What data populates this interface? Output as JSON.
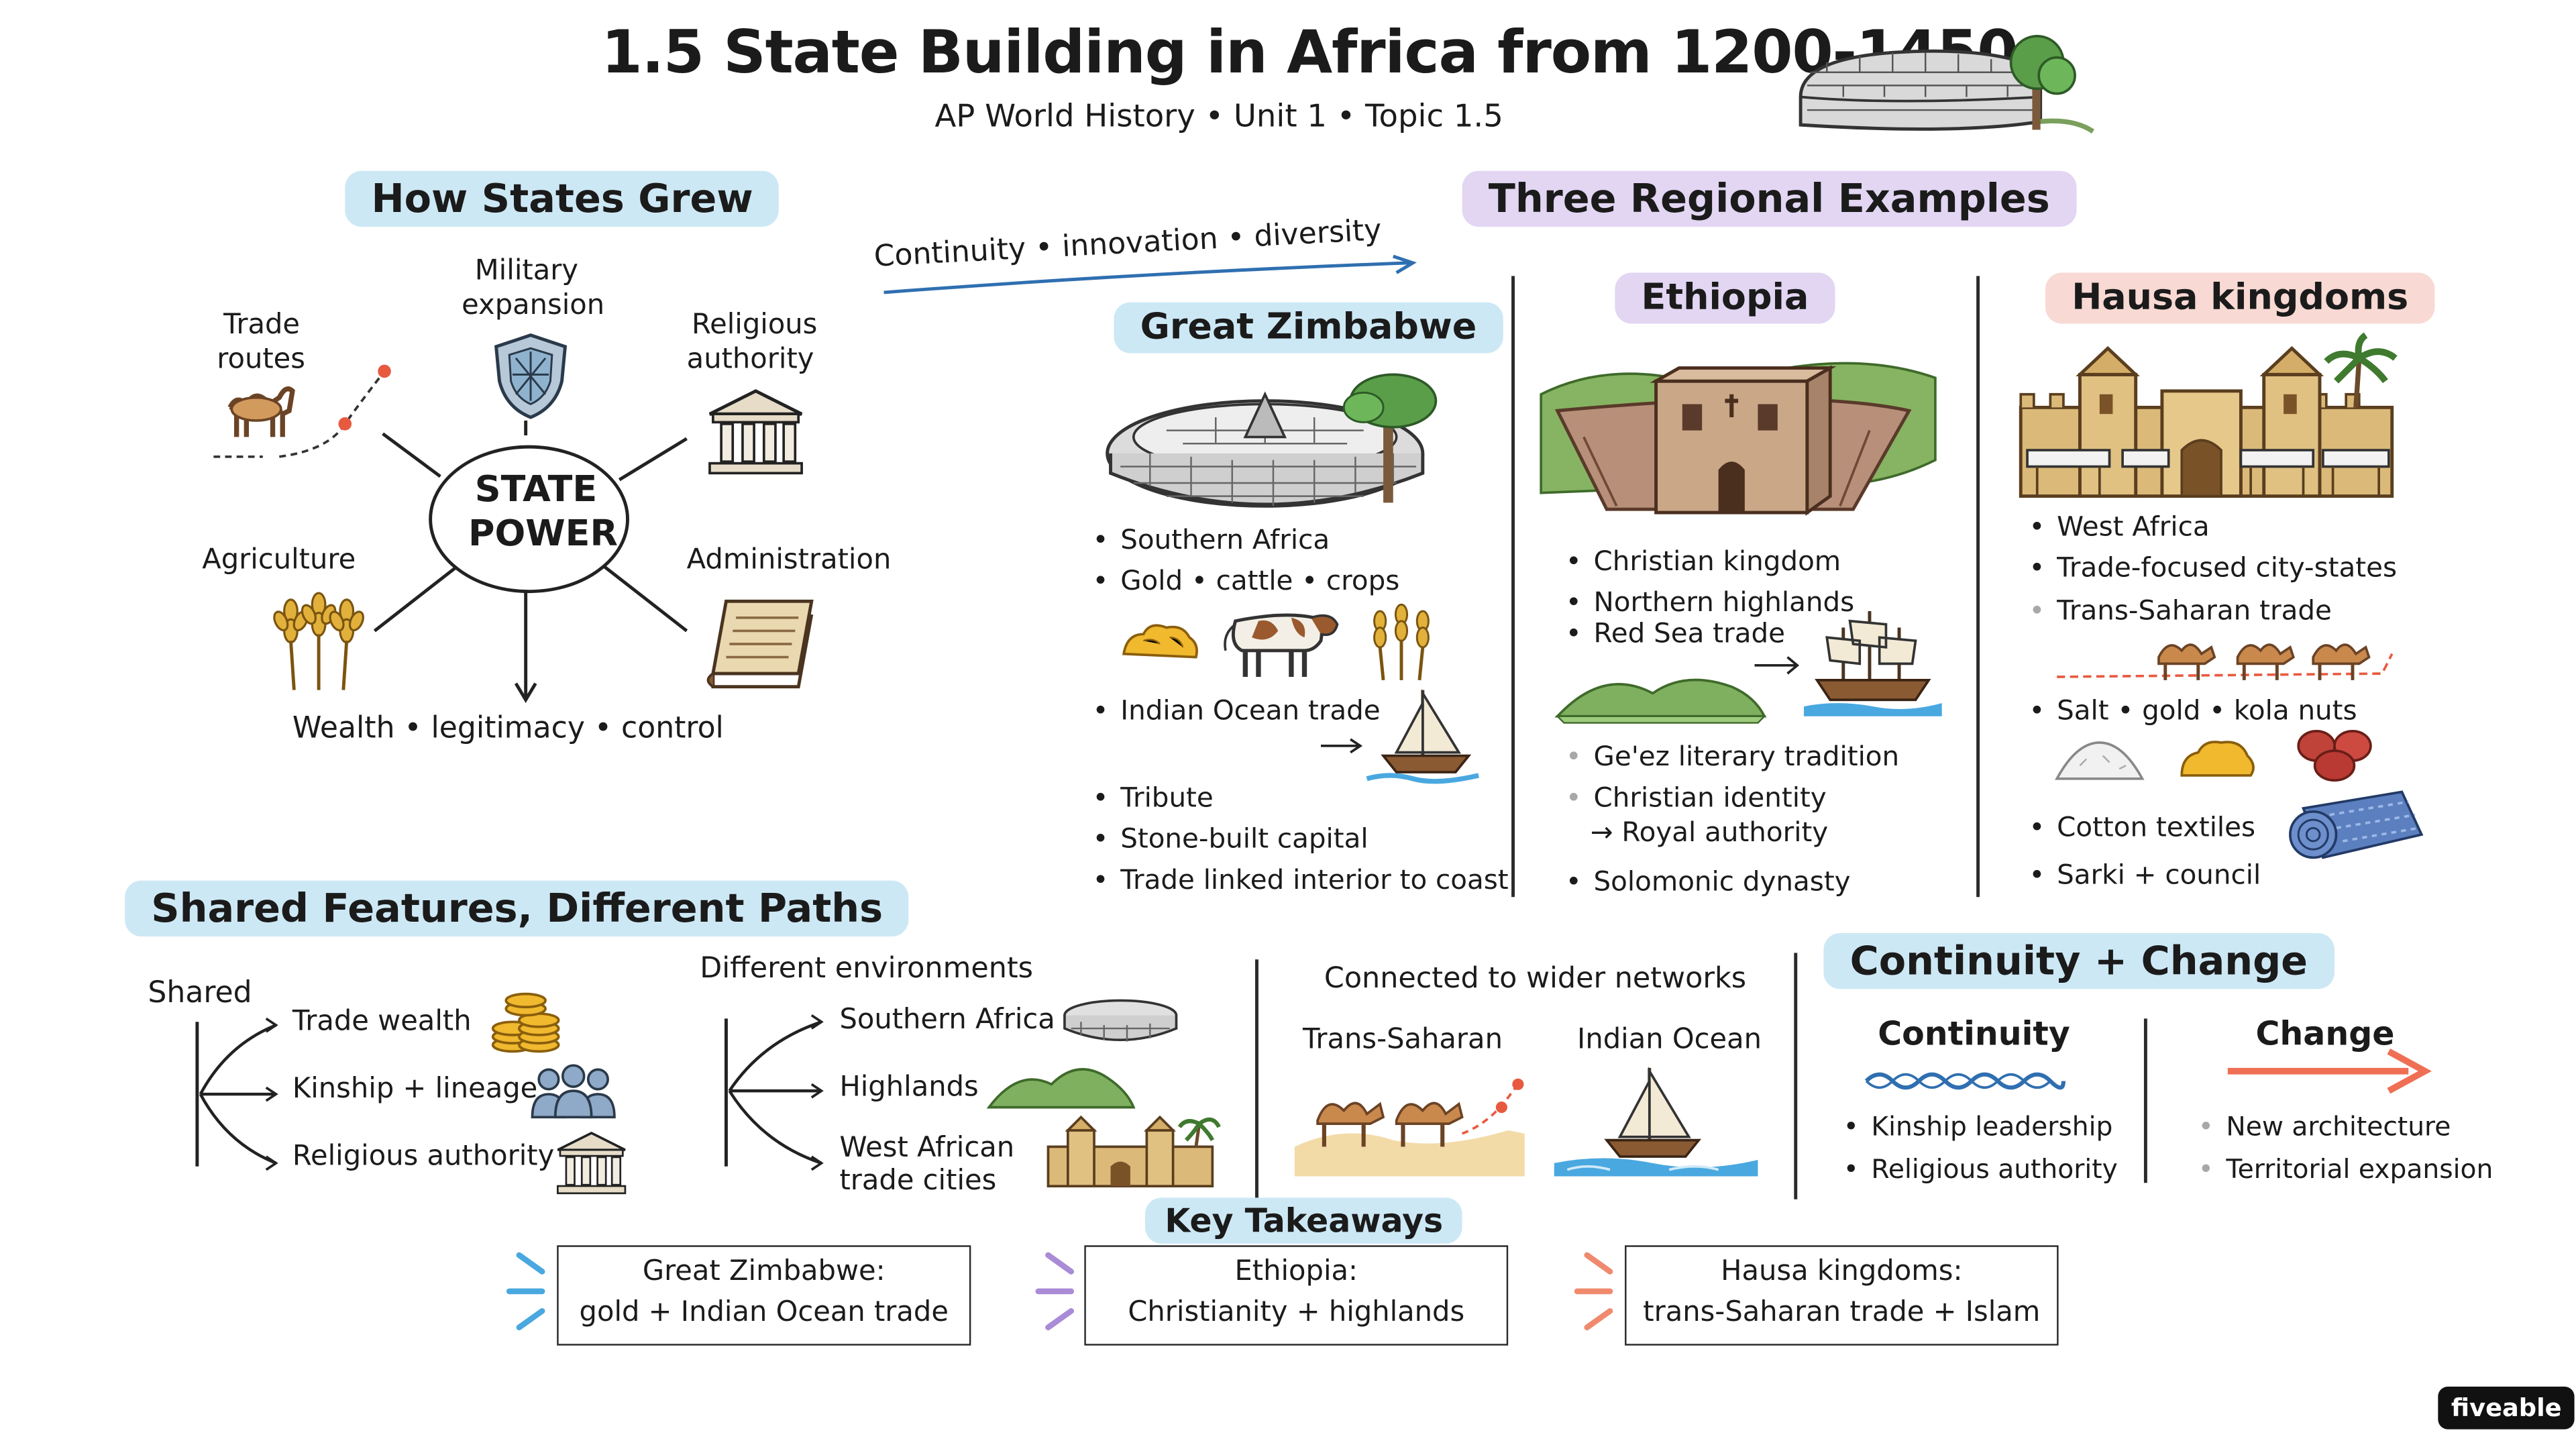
{
  "header": {
    "title": "1.5 State Building in Africa from 1200-1450",
    "subtitle": "AP World History • Unit 1 • Topic 1.5"
  },
  "how_states_grew": {
    "heading": "How States Grew",
    "center": [
      "STATE",
      "POWER"
    ],
    "factors": {
      "military": [
        "Military",
        "expansion"
      ],
      "trade": [
        "Trade",
        "routes"
      ],
      "religious": [
        "Religious",
        "authority"
      ],
      "agriculture": "Agriculture",
      "administration": "Administration"
    },
    "outcome": "Wealth • legitimacy • control"
  },
  "themes_arrow": "Continuity • innovation • diversity",
  "regional": {
    "heading": "Three Regional Examples",
    "great_zimbabwe": {
      "title": "Great Zimbabwe",
      "bullets_top": [
        "Southern Africa",
        "Gold • cattle • crops"
      ],
      "bullet_trade": "Indian Ocean trade",
      "bullets_bottom": [
        "Tribute",
        "Stone-built capital",
        "Trade linked interior to coast"
      ]
    },
    "ethiopia": {
      "title": "Ethiopia",
      "bullets_top": [
        "Christian kingdom",
        "Northern highlands",
        "Red Sea trade"
      ],
      "bullet_literary": "Ge'ez literary tradition",
      "bullet_identity": [
        "Christian identity",
        "→ Royal authority"
      ],
      "bullet_dynasty": "Solomonic dynasty"
    },
    "hausa": {
      "title": "Hausa kingdoms",
      "bullets_top": [
        "West Africa",
        "Trade-focused city-states"
      ],
      "bullet_trade": "Trans-Saharan trade",
      "bullet_goods": "Salt • gold • kola nuts",
      "bullet_textiles": "Cotton textiles",
      "bullet_council": "Sarki + council"
    }
  },
  "shared": {
    "heading": "Shared Features, Different Paths",
    "shared_label": "Shared",
    "shared_items": [
      "Trade wealth",
      "Kinship + lineage",
      "Religious authority"
    ],
    "env_label": "Different environments",
    "env_items": [
      "Southern Africa",
      "Highlands",
      "West African",
      "trade cities"
    ],
    "networks_label": "Connected to wider networks",
    "networks": [
      "Trans-Saharan",
      "Indian Ocean"
    ]
  },
  "continuity_change": {
    "heading": "Continuity + Change",
    "continuity_label": "Continuity",
    "continuity_items": [
      "Kinship leadership",
      "Religious authority"
    ],
    "change_label": "Change",
    "change_items": [
      "New architecture",
      "Territorial expansion"
    ]
  },
  "takeaways": {
    "heading": "Key Takeaways",
    "items": [
      {
        "line1": "Great Zimbabwe:",
        "line2": "gold + Indian Ocean trade",
        "color": "#4aa8e0"
      },
      {
        "line1": "Ethiopia:",
        "line2": "Christianity + highlands",
        "color": "#a98bd6"
      },
      {
        "line1": "Hausa kingdoms:",
        "line2": "trans-Saharan trade + Islam",
        "color": "#ef8a6e"
      }
    ]
  },
  "brand": "fiveable",
  "colors": {
    "blue_highlight": "#cde8f5",
    "purple_highlight": "#e2d6f3",
    "red_highlight": "#f8d9d3",
    "change_arrow": "#ef6f55",
    "arrow_blue": "#2f6fb0"
  },
  "icons": [
    "stone-enclosure-icon",
    "camel-icon",
    "shield-icon",
    "temple-icon",
    "wheat-icon",
    "book-icon",
    "gold-nuggets-icon",
    "cow-icon",
    "dhow-icon",
    "rock-church-icon",
    "hills-icon",
    "ship-icon",
    "walled-city-icon",
    "salt-pile-icon",
    "kola-nuts-icon",
    "cloth-roll-icon",
    "coins-icon",
    "people-icon",
    "wave-icon"
  ]
}
